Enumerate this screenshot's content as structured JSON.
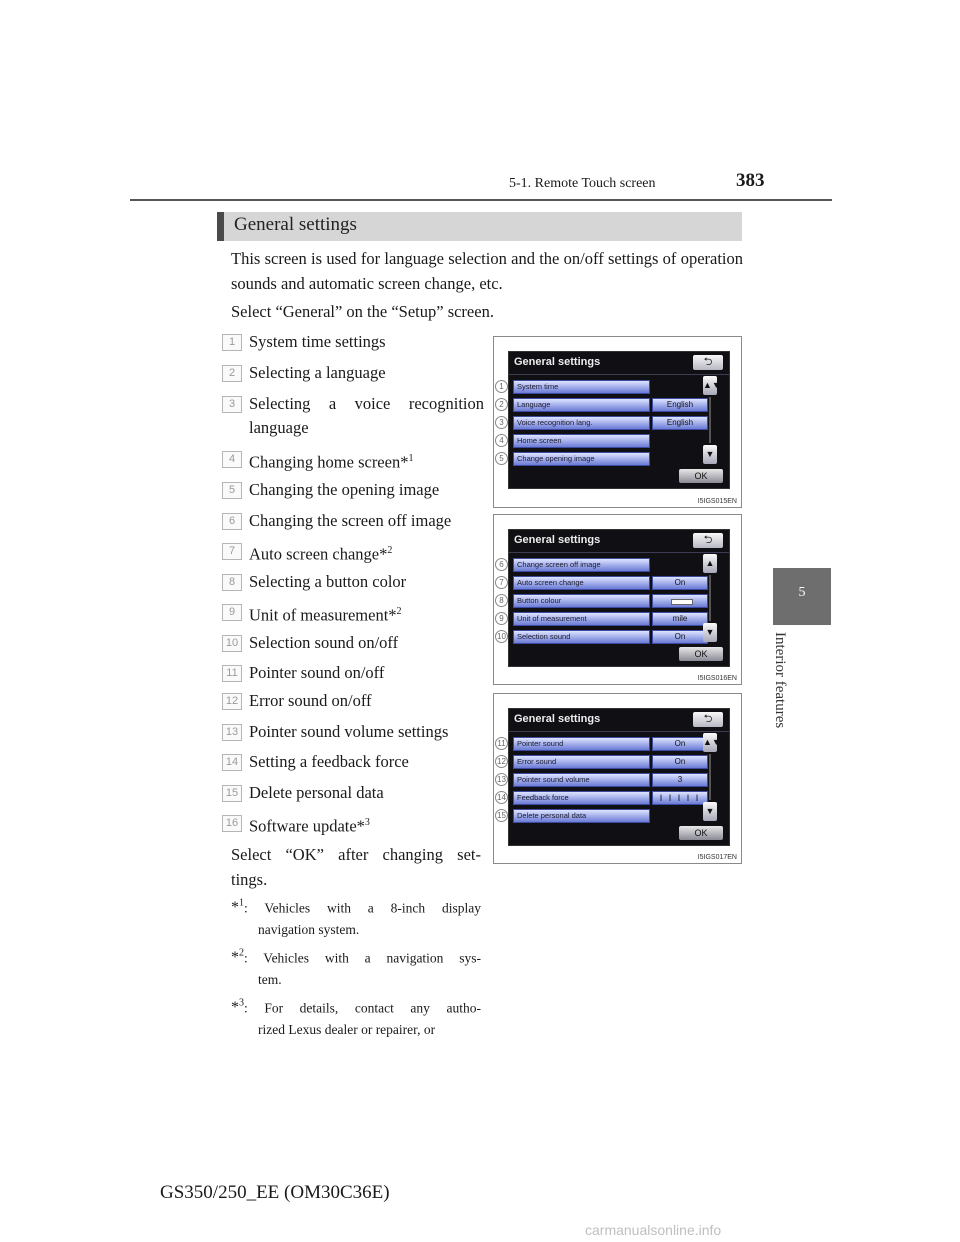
{
  "header": {
    "section": "5-1. Remote Touch screen",
    "page_number": "383"
  },
  "side_tab": {
    "number": "5",
    "label": "Interior features"
  },
  "section": {
    "title": "General settings",
    "intro": "This screen is used for language selection and the on/off settings of operation sounds and automatic screen change, etc.",
    "select_instruction": "Select “General” on the “Setup” screen."
  },
  "items": [
    {
      "num": "1",
      "label": "System time settings",
      "sup": ""
    },
    {
      "num": "2",
      "label": "Selecting a language",
      "sup": ""
    },
    {
      "num": "3",
      "label": "Selecting a voice recognition",
      "label2": "language",
      "sup": ""
    },
    {
      "num": "4",
      "label": "Changing home screen*",
      "sup": "1"
    },
    {
      "num": "5",
      "label": "Changing the opening image",
      "sup": ""
    },
    {
      "num": "6",
      "label": "Changing the screen off image",
      "sup": ""
    },
    {
      "num": "7",
      "label": "Auto screen change*",
      "sup": "2"
    },
    {
      "num": "8",
      "label": "Selecting a button color",
      "sup": ""
    },
    {
      "num": "9",
      "label": "Unit of measurement*",
      "sup": "2"
    },
    {
      "num": "10",
      "label": "Selection sound on/off",
      "sup": ""
    },
    {
      "num": "11",
      "label": "Pointer sound on/off",
      "sup": ""
    },
    {
      "num": "12",
      "label": "Error sound on/off",
      "sup": ""
    },
    {
      "num": "13",
      "label": "Pointer sound volume settings",
      "sup": ""
    },
    {
      "num": "14",
      "label": "Setting a feedback force",
      "sup": ""
    },
    {
      "num": "15",
      "label": "Delete personal data",
      "sup": ""
    },
    {
      "num": "16",
      "label": "Software update*",
      "sup": "3"
    }
  ],
  "after_text": {
    "line1": "Select “OK” after changing set-",
    "line2": "tings."
  },
  "footnotes": [
    {
      "mark": "*",
      "sup": "1",
      "line1": ": Vehicles with a 8-inch display",
      "line2": "navigation system."
    },
    {
      "mark": "*",
      "sup": "2",
      "line1": ": Vehicles with a navigation sys-",
      "line2": "tem."
    },
    {
      "mark": "*",
      "sup": "3",
      "line1": ": For details, contact any autho-",
      "line2": "rized Lexus dealer or repairer, or"
    }
  ],
  "footer": {
    "model": "GS350/250_EE (OM30C36E)"
  },
  "screenshots": [
    {
      "title": "General settings",
      "back": "⮌",
      "ok": "OK",
      "code": "I5IGS015EN",
      "rows": [
        {
          "callout": "1",
          "label": "System time",
          "value": ""
        },
        {
          "callout": "2",
          "label": "Language",
          "value": "English"
        },
        {
          "callout": "3",
          "label": "Voice recognition lang.",
          "value": "English"
        },
        {
          "callout": "4",
          "label": "Home screen",
          "value": ""
        },
        {
          "callout": "5",
          "label": "Change opening image",
          "value": ""
        }
      ]
    },
    {
      "title": "General settings",
      "back": "⮌",
      "ok": "OK",
      "code": "I5IGS016EN",
      "rows": [
        {
          "callout": "6",
          "label": "Change screen off image",
          "value": ""
        },
        {
          "callout": "7",
          "label": "Auto screen change",
          "value": "On"
        },
        {
          "callout": "8",
          "label": "Button colour",
          "value": ""
        },
        {
          "callout": "9",
          "label": "Unit of measurement",
          "value": "mile"
        },
        {
          "callout": "10",
          "label": "Selection sound",
          "value": "On"
        }
      ]
    },
    {
      "title": "General settings",
      "back": "⮌",
      "ok": "OK",
      "code": "I5IGS017EN",
      "rows": [
        {
          "callout": "11",
          "label": "Pointer sound",
          "value": "On"
        },
        {
          "callout": "12",
          "label": "Error sound",
          "value": "On"
        },
        {
          "callout": "13",
          "label": "Pointer sound volume",
          "value": "3"
        },
        {
          "callout": "14",
          "label": "Feedback force",
          "value": "I I I I I"
        },
        {
          "callout": "15",
          "label": "Delete personal data",
          "value": ""
        }
      ]
    }
  ],
  "watermark": "carmanualsonline.info"
}
